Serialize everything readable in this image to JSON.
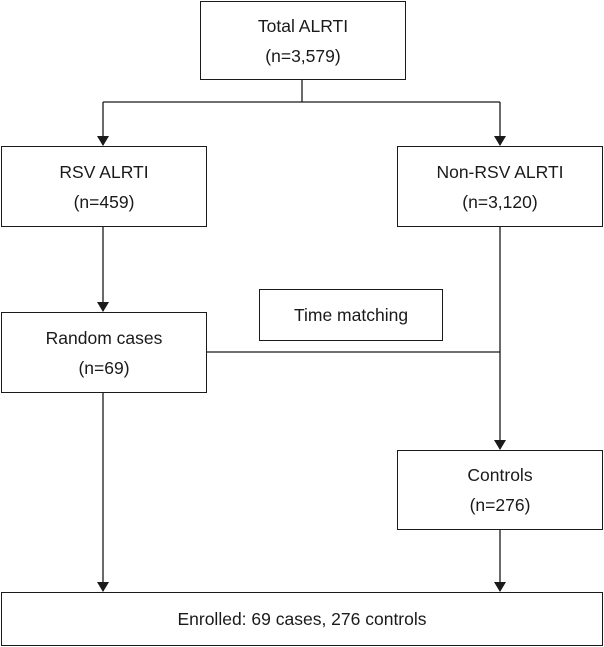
{
  "flowchart": {
    "total": {
      "title": "Total ALRTI",
      "count": "(n=3,579)"
    },
    "rsv": {
      "title": "RSV ALRTI",
      "count": "(n=459)"
    },
    "non_rsv": {
      "title": "Non-RSV ALRTI",
      "count": "(n=3,120)"
    },
    "time_matching": {
      "label": "Time matching"
    },
    "random_cases": {
      "title": "Random cases",
      "count": "(n=69)"
    },
    "controls": {
      "title": "Controls",
      "count": "(n=276)"
    },
    "enrolled": {
      "label": "Enrolled: 69 cases, 276 controls"
    }
  },
  "colors": {
    "stroke": "#1a1a1a",
    "background": "#ffffff"
  }
}
